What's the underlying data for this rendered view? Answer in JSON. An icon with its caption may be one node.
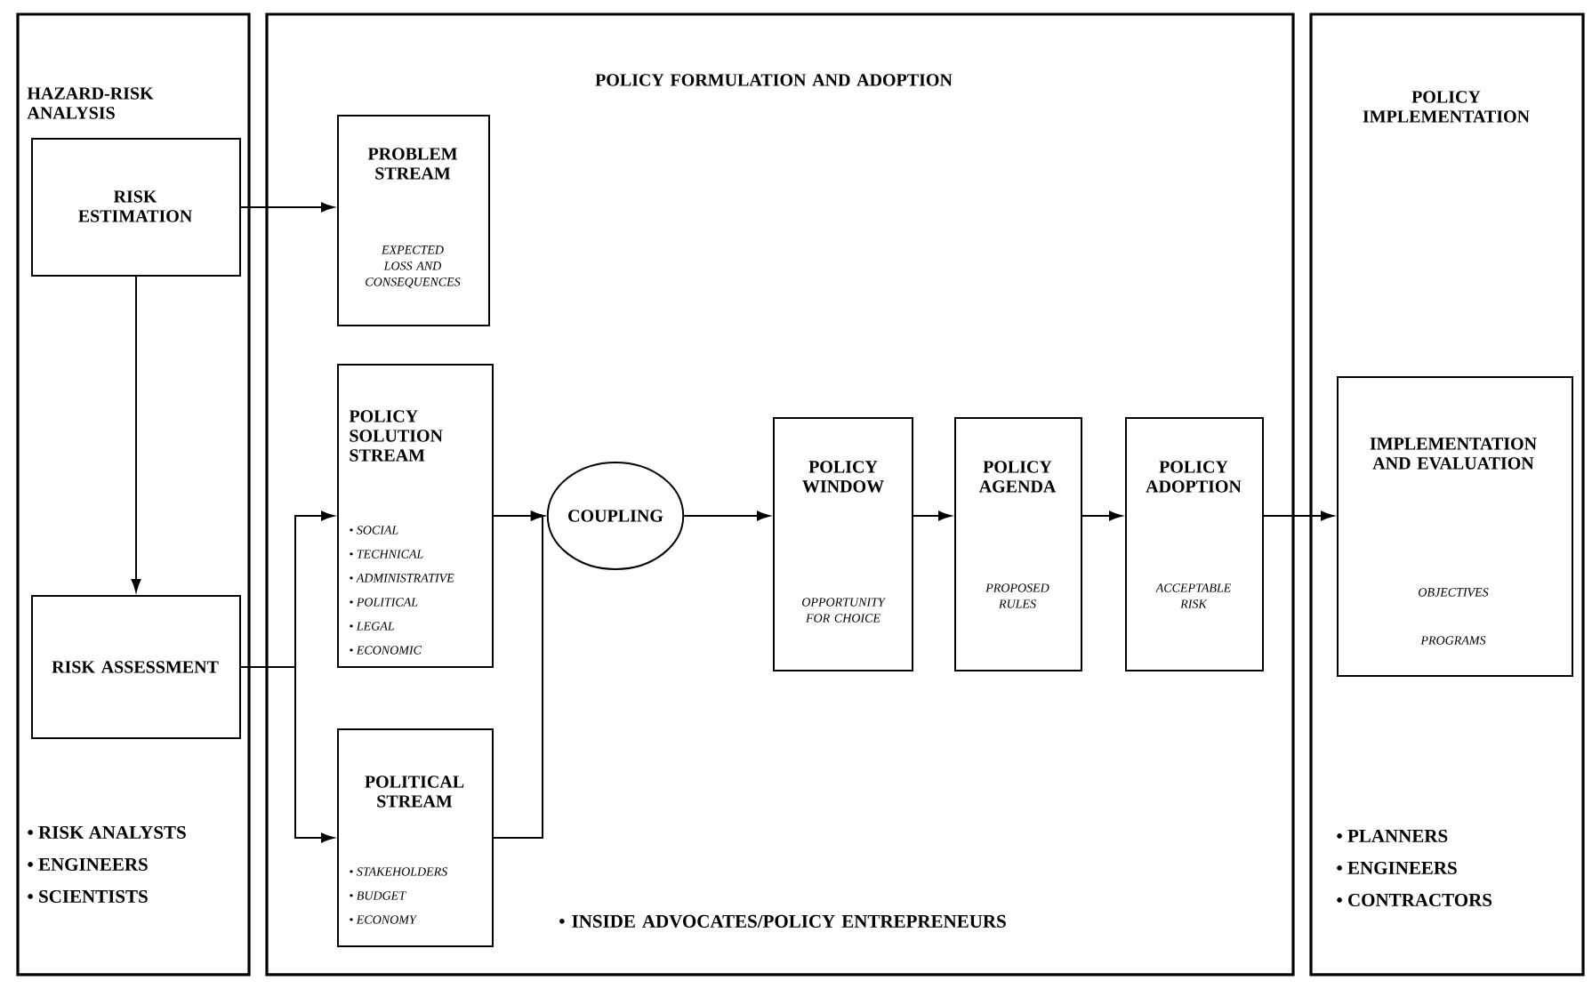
{
  "diagram": {
    "nodes": [
      {
        "text": [
          "HAZARD-RISK ANALYSIS",
          "• RISK ANALYSTS",
          "• ENGINEERS",
          "• SCIENTISTS"
        ]
      },
      {
        "text": [
          "RISK ESTIMATION"
        ],
        "in": 0
      },
      {
        "text": [
          "RISK ASSESSMENT"
        ],
        "in": 0
      },
      {
        "text": [
          "POLICY FORMULATION AND ADOPTION",
          "• INSIDE ADVOCATES/POLICY ENTREPRENEURS"
        ]
      },
      {
        "text": [
          "PROBLEM STREAM",
          "EXPECTED LOSS AND CONSEQUENCES"
        ],
        "in": 3
      },
      {
        "text": [
          "POLICY SOLUTION STREAM",
          "• SOCIAL",
          "• TECHNICAL",
          "• ADMINISTRATIVE",
          "• POLITICAL",
          "• LEGAL",
          "• ECONOMIC"
        ],
        "in": 3
      },
      {
        "text": [
          "POLITICAL STREAM",
          "• STAKEHOLDERS",
          "• BUDGET",
          "• ECONOMY"
        ],
        "in": 3
      },
      {
        "text": [
          "COUPLING"
        ],
        "in": 3
      },
      {
        "text": [
          "POLICY WINDOW",
          "OPPORTUNITY FOR CHOICE"
        ],
        "in": 3
      },
      {
        "text": [
          "POLICY AGENDA",
          "PROPOSED RULES"
        ],
        "in": 3
      },
      {
        "text": [
          "POLICY ADOPTION",
          "ACCEPTABLE RISK"
        ],
        "in": 3
      },
      {
        "text": [
          "POLICY IMPLEMENTATION",
          "• PLANNERS",
          "• ENGINEERS",
          "• CONTRACTORS"
        ]
      },
      {
        "text": [
          "IMPLEMENTATION AND EVALUATION",
          "OBJECTIVES",
          "PROGRAMS"
        ],
        "in": 11
      }
    ],
    "edges": [
      {
        "from": 1,
        "to": 4,
        "arrow": "to"
      },
      {
        "from": 1,
        "to": 2,
        "arrow": "to"
      },
      {
        "from": 2,
        "to": 5,
        "arrow": "to"
      },
      {
        "from": 2,
        "to": 6,
        "arrow": "to"
      },
      {
        "from": 5,
        "to": 7,
        "arrow": "to"
      },
      {
        "from": 6,
        "to": 7,
        "arrow": "to"
      },
      {
        "from": 7,
        "to": 8,
        "arrow": "to"
      },
      {
        "from": 8,
        "to": 9,
        "arrow": "to"
      },
      {
        "from": 9,
        "to": 10,
        "arrow": "to"
      },
      {
        "from": 10,
        "to": 12,
        "arrow": "to"
      }
    ]
  }
}
